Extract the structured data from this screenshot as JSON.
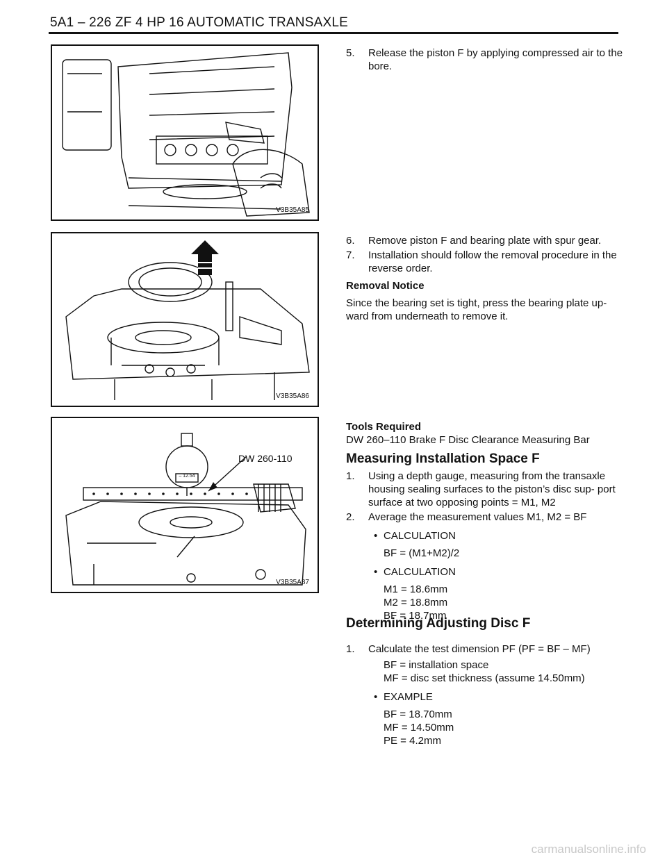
{
  "header": {
    "title": "5A1 – 226 ZF 4 HP 16 AUTOMATIC TRANSAXLE"
  },
  "figures": [
    {
      "caption": "V3B35A85"
    },
    {
      "caption": "V3B35A86"
    },
    {
      "caption": "V3B35A87",
      "callout": "DW 260-110",
      "gauge_reading": "– 12.54"
    }
  ],
  "section1": {
    "steps": [
      {
        "num": "5.",
        "text": "Release the piston F by applying compressed air to the bore."
      }
    ]
  },
  "section2": {
    "steps": [
      {
        "num": "6.",
        "text": "Remove piston F and bearing plate with spur gear."
      },
      {
        "num": "7.",
        "text": "Installation should follow the removal procedure in the reverse order."
      }
    ],
    "notice_title": "Removal Notice",
    "notice_text": "Since the bearing set is tight, press the bearing plate up- ward from underneath to remove it."
  },
  "section3": {
    "tools_title": "Tools Required",
    "tools_text": "DW 260–110 Brake F Disc Clearance Measuring Bar",
    "heading": "Measuring Installation Space F",
    "steps": [
      {
        "num": "1.",
        "text": "Using a depth gauge, measuring from the transaxle housing sealing surfaces to the piston’s disc sup- port surface at two opposing points = M1, M2"
      },
      {
        "num": "2.",
        "text": "Average the measurement values M1, M2 = BF"
      }
    ],
    "bullet1": "CALCULATION",
    "calc1": "BF = (M1+M2)/2",
    "bullet2": "CALCULATION",
    "calc2": [
      "M1 = 18.6mm",
      "M2 = 18.8mm",
      "BF = 18.7mm"
    ]
  },
  "section4": {
    "heading": "Determining Adjusting Disc F",
    "steps": [
      {
        "num": "1.",
        "text": "Calculate the test dimension PF (PF = BF – MF)"
      }
    ],
    "defs": [
      "BF = installation space",
      "MF = disc set thickness (assume 14.50mm)"
    ],
    "bullet": "EXAMPLE",
    "example": [
      "BF = 18.70mm",
      "MF = 14.50mm",
      "PE = 4.2mm"
    ]
  },
  "watermark": "carmanualsonline.info"
}
